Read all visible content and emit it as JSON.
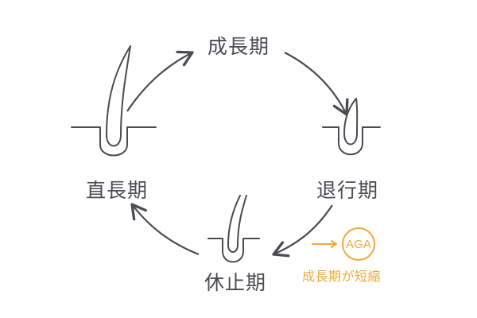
{
  "stages": {
    "growth": "成長期",
    "regression": "退行期",
    "resting": "休止期",
    "upright": "直長期"
  },
  "note": {
    "badge": "AGA",
    "text": "成長期が短縮"
  },
  "colors": {
    "line": "#4a4c52",
    "accent": "#f2a93b",
    "background": "#ffffff"
  }
}
